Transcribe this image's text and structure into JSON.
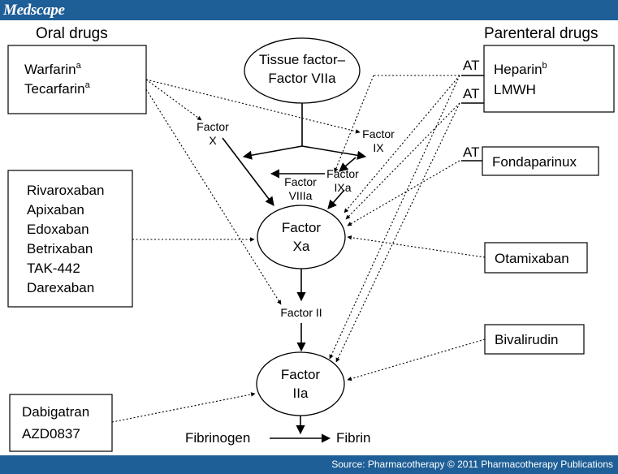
{
  "branding": {
    "logo": "Medscape"
  },
  "footer": {
    "source": "Source: Pharmacotherapy © 2011 Pharmacotherapy Publications"
  },
  "headings": {
    "oral": "Oral drugs",
    "parenteral": "Parenteral drugs"
  },
  "drugs": {
    "warfarin": "Warfarin",
    "tecarfarin": "Tecarfarin",
    "sup_a": "a",
    "xa_oral": [
      "Rivaroxaban",
      "Apixaban",
      "Edoxaban",
      "Betrixaban",
      "TAK-442",
      "Darexaban"
    ],
    "dabigatran": "Dabigatran",
    "azd": "AZD0837",
    "heparin": "Heparin",
    "sup_b": "b",
    "lmwh": "LMWH",
    "fondaparinux": "Fondaparinux",
    "otamixaban": "Otamixaban",
    "bivalirudin": "Bivalirudin",
    "at": "AT"
  },
  "nodes": {
    "tissue_factor": [
      "Tissue factor–",
      "Factor VIIa"
    ],
    "factor_x": [
      "Factor",
      "X"
    ],
    "factor_ix": [
      "Factor",
      "IX"
    ],
    "factor_ixa": [
      "Factor",
      "IXa"
    ],
    "factor_viiia": [
      "Factor",
      "VIIIa"
    ],
    "factor_xa": [
      "Factor",
      "Xa"
    ],
    "factor_ii": "Factor II",
    "factor_iia": [
      "Factor",
      "IIa"
    ],
    "fibrinogen": "Fibrinogen",
    "fibrin": "Fibrin"
  }
}
